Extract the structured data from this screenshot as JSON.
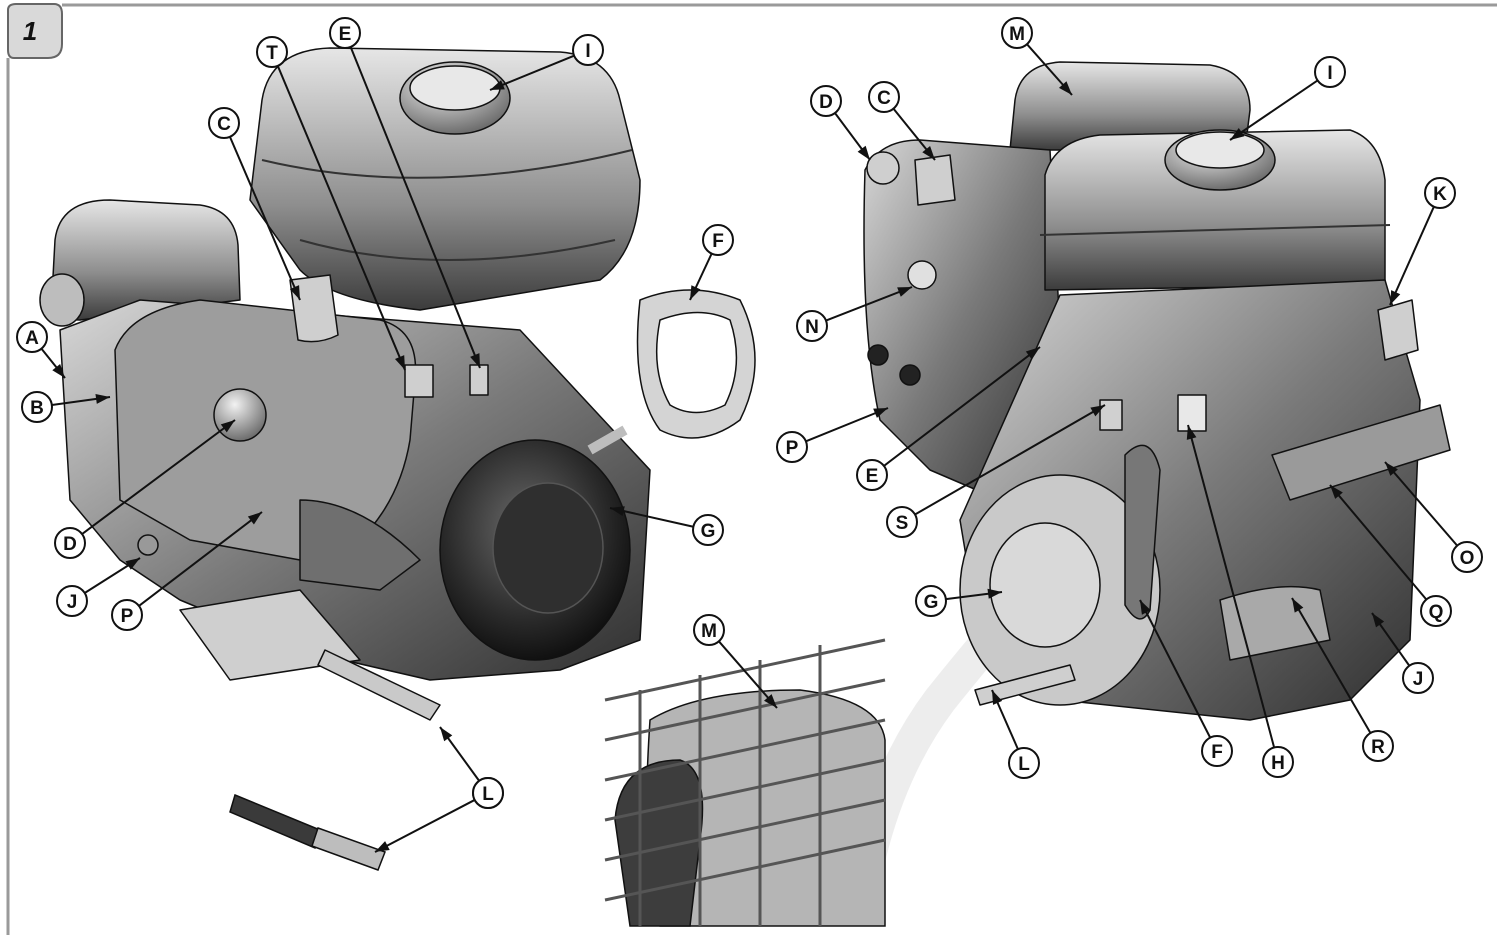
{
  "figure": {
    "number": "1"
  },
  "left_engine_callouts": [
    "T",
    "E",
    "I",
    "C",
    "F",
    "A",
    "B",
    "G",
    "D",
    "P",
    "J",
    "L",
    "L"
  ],
  "right_engine_callouts": [
    "M",
    "D",
    "C",
    "I",
    "K",
    "N",
    "P",
    "E",
    "S",
    "O",
    "G",
    "Q",
    "J",
    "L",
    "F",
    "H",
    "R"
  ],
  "inset_callouts": [
    "M"
  ],
  "colors": {
    "line": "#111111",
    "engine_dark": "#3a3a3a",
    "engine_mid": "#8c8c8c",
    "engine_light": "#d9d9d9",
    "frame": "#9a9a9a",
    "watermark": "#e6e6e6"
  }
}
